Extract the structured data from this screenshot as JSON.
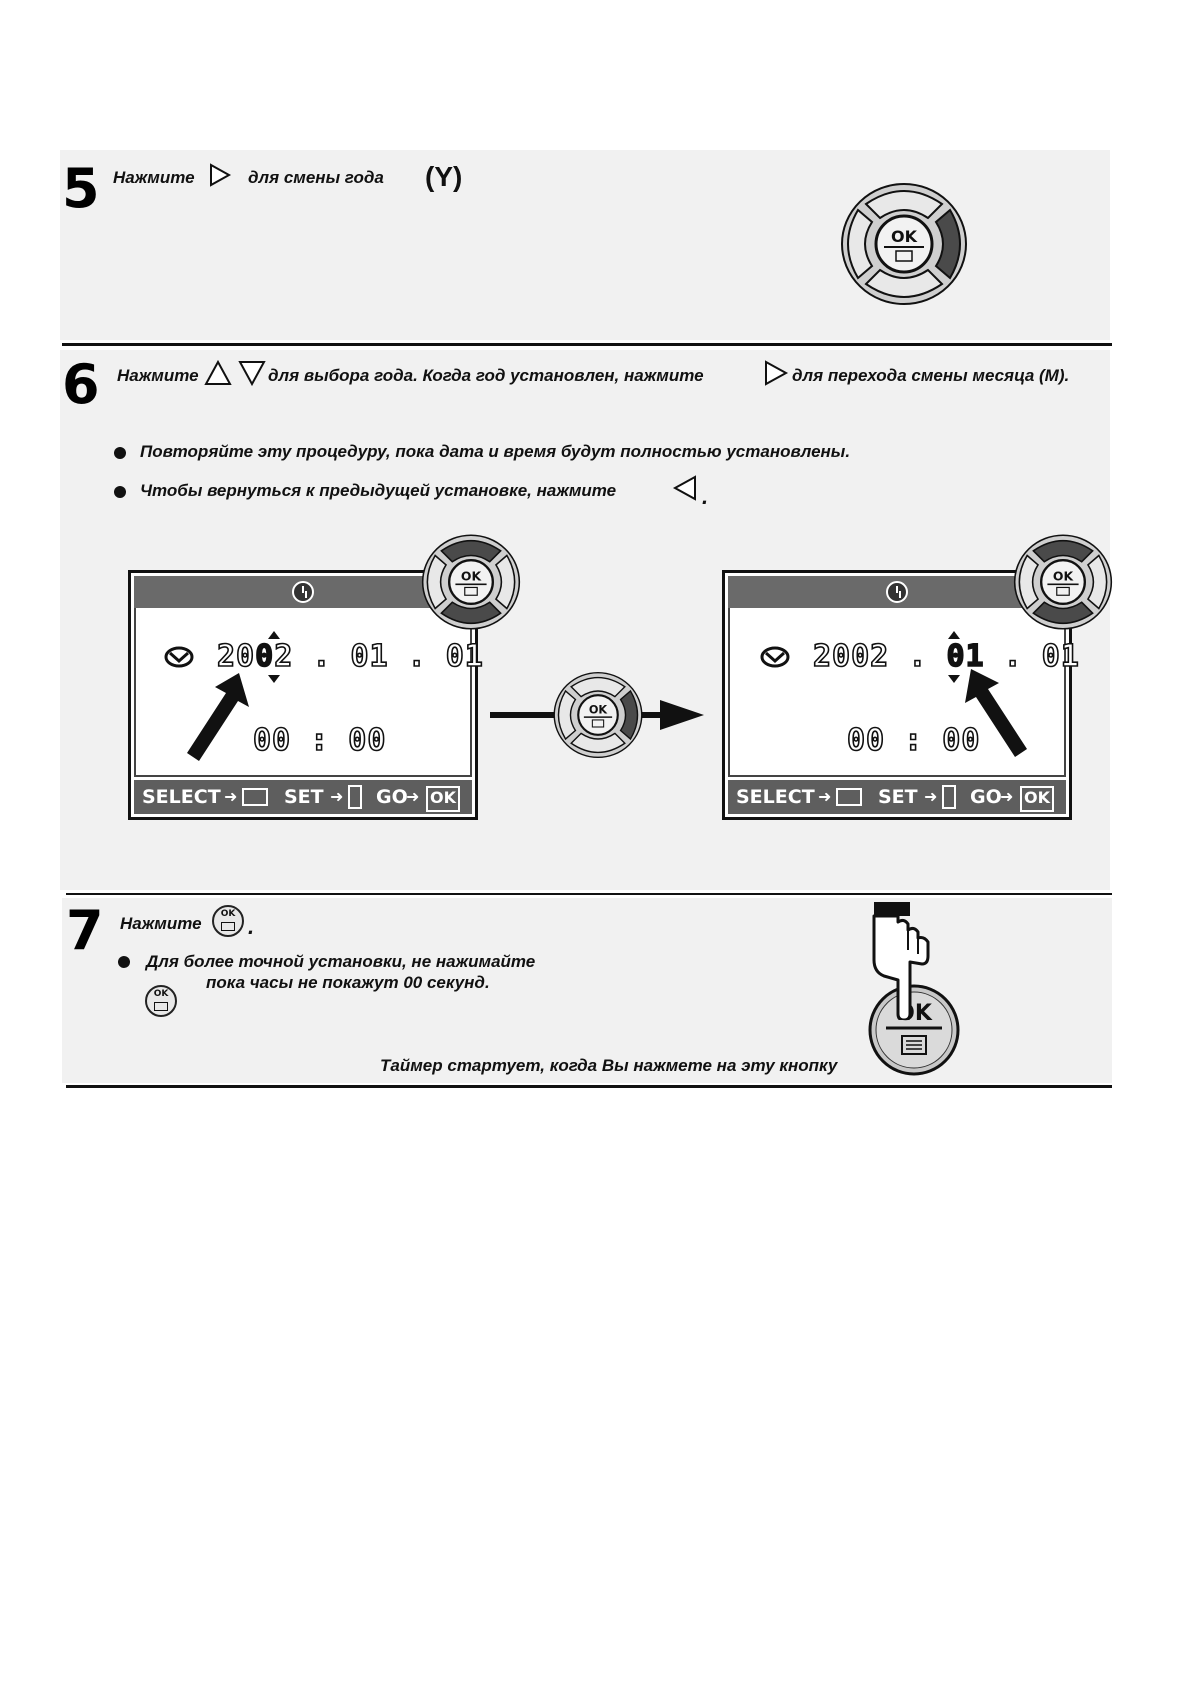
{
  "step5": {
    "number": "5",
    "text_press": "Нажмите",
    "text_change_year": "для смены года",
    "year_letter": "(Y)"
  },
  "step6": {
    "number": "6",
    "text_press": "Нажмите",
    "text_select_year": "для выбора года. Когда год установлен, нажмите",
    "text_go_month": "для перехода смены месяца (M).",
    "bullets": [
      "Повторяйте эту процедуру, пока дата и время будут полностью установлены.",
      "Чтобы вернуться к предыдущей установке, нажмите"
    ],
    "bullet2_end": ".",
    "screen_left": {
      "date_year_a": "20",
      "date_year_hi": "0",
      "date_year_b": "2",
      "date_sep1": ".",
      "date_month": "01",
      "date_sep2": ".",
      "date_day": "01",
      "time": "00 : 00",
      "footer_select": "SELECT",
      "footer_set": "SET",
      "footer_go": "GO",
      "footer_ok": "OK"
    },
    "screen_right": {
      "date_year": "2002",
      "date_sep1": ".",
      "date_month": "01",
      "date_sep2": ".",
      "date_day": "01",
      "time": "00 : 00",
      "footer_select": "SELECT",
      "footer_set": "SET",
      "footer_go": "GO",
      "footer_ok": "OK"
    }
  },
  "step7": {
    "number": "7",
    "text_press": "Нажмите",
    "text_end": ".",
    "bullet_line1": "Для более точной установки, не нажимайте",
    "bullet_line2": "пока часы не покажут 00 секунд.",
    "caption": "Таймер стартует, когда Вы нажмете на эту кнопку"
  },
  "buttons": {
    "ok_label": "OK"
  }
}
